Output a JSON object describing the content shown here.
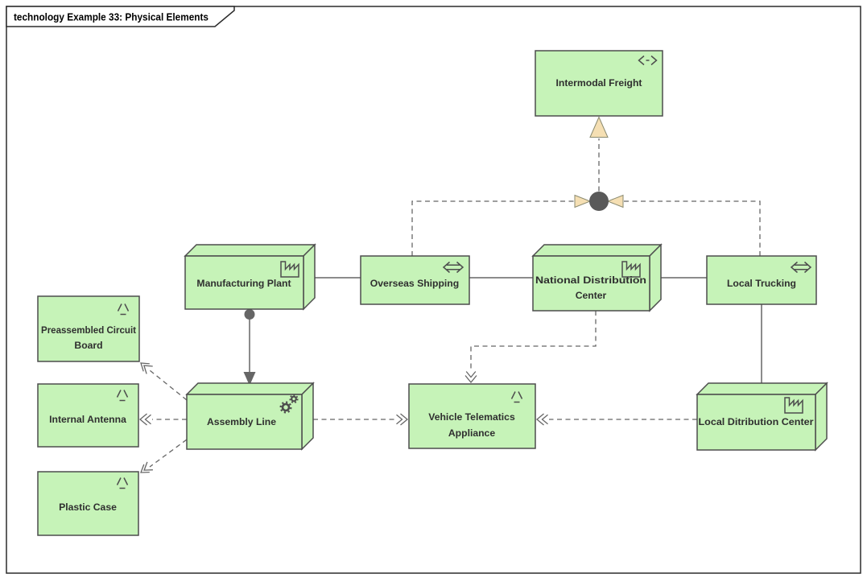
{
  "frame": {
    "title": "technology Example 33: Physical Elements"
  },
  "colors": {
    "node_fill": "#c6f3b8",
    "node_border": "#4d4d4d",
    "connector": "#666666",
    "junction_fill": "#595959",
    "realization_arrow_fill": "#f5dfb3",
    "text": "#2f2f2f",
    "frame_border": "#2b2b2b"
  },
  "nodes": [
    {
      "name": "intermodal-freight",
      "label_lines": [
        "Intermodal Freight"
      ],
      "element_type": "distribution-network",
      "icon": "distribution-network-icon"
    },
    {
      "name": "manufacturing-plant",
      "label_lines": [
        "Manufacturing Plant"
      ],
      "element_type": "facility",
      "icon": "facility-icon"
    },
    {
      "name": "overseas-shipping",
      "label_lines": [
        "Overseas Shipping"
      ],
      "element_type": "path",
      "icon": "path-icon"
    },
    {
      "name": "national-distribution-center",
      "label_lines": [
        "National Distribution",
        "Center"
      ],
      "element_type": "facility",
      "icon": "facility-icon"
    },
    {
      "name": "local-trucking",
      "label_lines": [
        "Local Trucking"
      ],
      "element_type": "path",
      "icon": "path-icon"
    },
    {
      "name": "preassembled-circuit-board",
      "label_lines": [
        "Preassembled Circuit",
        "Board"
      ],
      "element_type": "material",
      "icon": "material-icon"
    },
    {
      "name": "internal-antenna",
      "label_lines": [
        "Internal Antenna"
      ],
      "element_type": "material",
      "icon": "material-icon"
    },
    {
      "name": "plastic-case",
      "label_lines": [
        "Plastic Case"
      ],
      "element_type": "material",
      "icon": "material-icon"
    },
    {
      "name": "assembly-line",
      "label_lines": [
        "Assembly Line"
      ],
      "element_type": "equipment",
      "icon": "equipment-icon"
    },
    {
      "name": "vehicle-telematics-appliance",
      "label_lines": [
        "Vehicle Telematics",
        "Appliance"
      ],
      "element_type": "material",
      "icon": "material-icon"
    },
    {
      "name": "local-ditribution-center",
      "label_lines": [
        "Local Ditribution Center"
      ],
      "element_type": "facility",
      "icon": "facility-icon"
    }
  ],
  "relationships": [
    {
      "from": "manufacturing-plant",
      "to": "overseas-shipping",
      "type": "association",
      "style": "solid"
    },
    {
      "from": "overseas-shipping",
      "to": "national-distribution-center",
      "type": "association",
      "style": "solid"
    },
    {
      "from": "national-distribution-center",
      "to": "local-trucking",
      "type": "association",
      "style": "solid"
    },
    {
      "from": "local-trucking",
      "to": "local-ditribution-center",
      "type": "association",
      "style": "solid"
    },
    {
      "from": "manufacturing-plant",
      "to": "assembly-line",
      "type": "assignment",
      "style": "solid-ball-and-arrow"
    },
    {
      "from": "overseas-shipping",
      "to": "junction",
      "type": "realization",
      "style": "dashed-tan-triangle"
    },
    {
      "from": "local-trucking",
      "to": "junction",
      "type": "realization",
      "style": "dashed-tan-triangle"
    },
    {
      "from": "junction",
      "to": "intermodal-freight",
      "type": "realization",
      "style": "dashed-tan-triangle"
    },
    {
      "from": "assembly-line",
      "to": "preassembled-circuit-board",
      "type": "flow",
      "style": "dashed-open-arrow"
    },
    {
      "from": "assembly-line",
      "to": "internal-antenna",
      "type": "flow",
      "style": "dashed-open-arrow"
    },
    {
      "from": "assembly-line",
      "to": "plastic-case",
      "type": "flow",
      "style": "dashed-open-arrow"
    },
    {
      "from": "assembly-line",
      "to": "vehicle-telematics-appliance",
      "type": "flow",
      "style": "dashed-open-arrow"
    },
    {
      "from": "local-ditribution-center",
      "to": "vehicle-telematics-appliance",
      "type": "flow",
      "style": "dashed-open-arrow"
    },
    {
      "from": "national-distribution-center",
      "to": "vehicle-telematics-appliance",
      "type": "flow",
      "style": "dashed-open-arrow"
    }
  ]
}
